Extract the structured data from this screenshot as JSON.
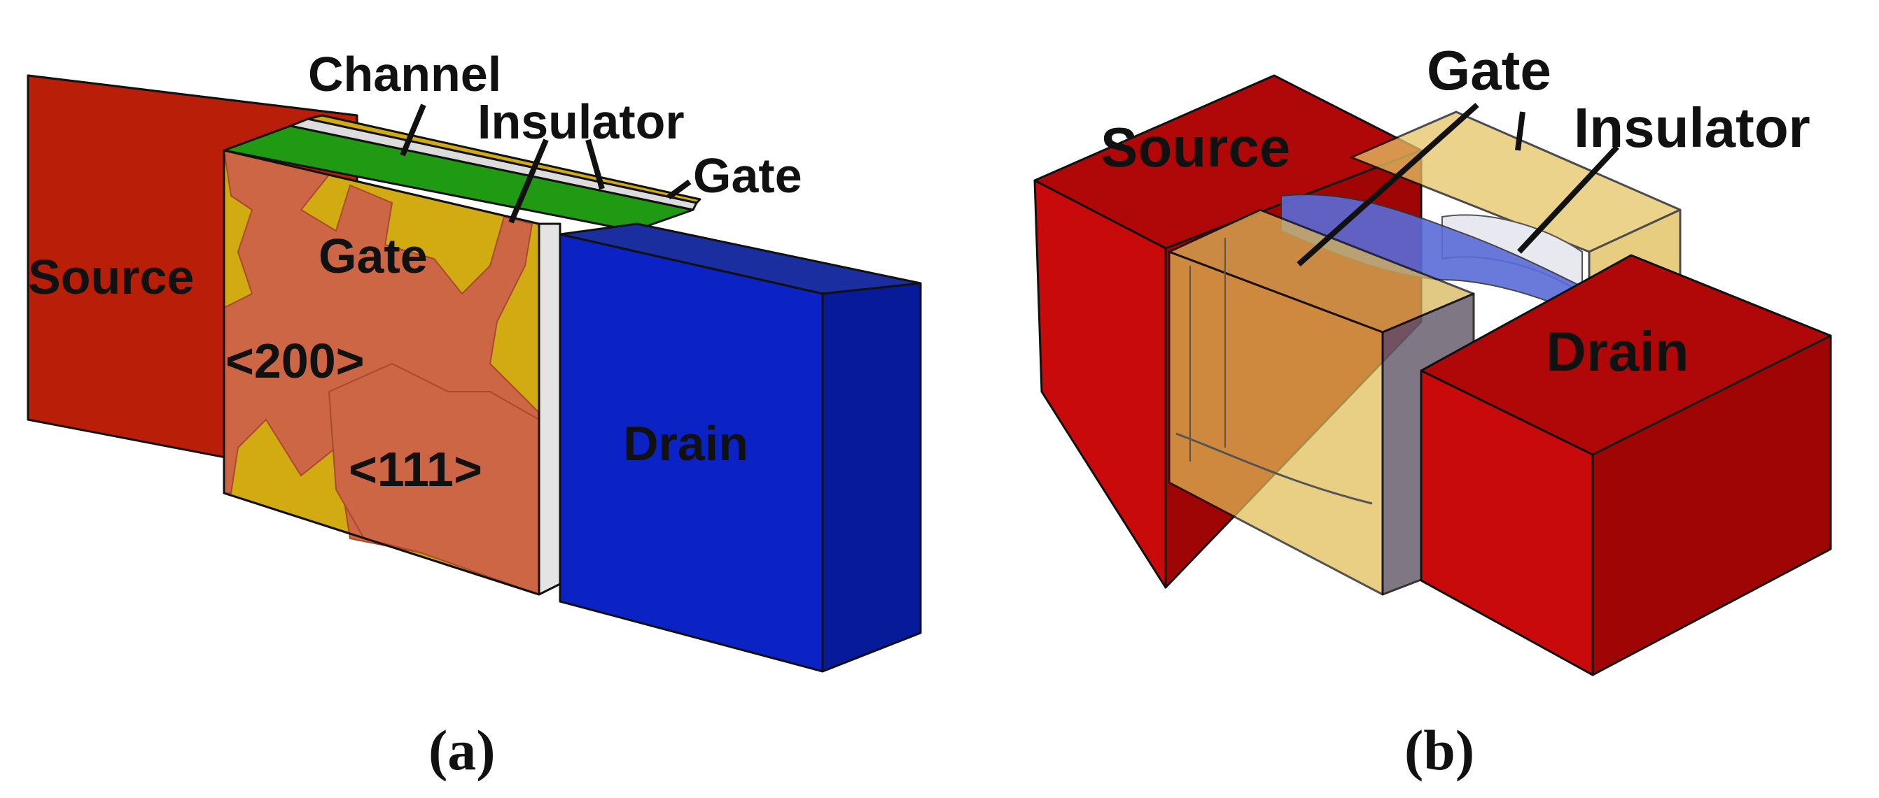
{
  "panel_a": {
    "labels": {
      "source": "Source",
      "drain": "Drain",
      "gate_front": "Gate",
      "gate_side": "Gate",
      "channel": "Channel",
      "insulator": "Insulator",
      "grain_200": "<200>",
      "grain_111": "<111>"
    },
    "caption": "(a)"
  },
  "panel_b": {
    "labels": {
      "source": "Source",
      "drain": "Drain",
      "gate": "Gate",
      "insulator": "Insulator"
    },
    "caption": "(b)"
  },
  "colors": {
    "source_a": "#b81e08",
    "drain_a": "#0b23c4",
    "channel": "#1f9a12",
    "gate_gold": "#d2aa12",
    "grain_orange": "#cc6644",
    "insulator": "#dcdcdc",
    "block_red": "#c80a0a",
    "gate_transparent": "#e6c566",
    "channel_blue": "#6070d8"
  }
}
